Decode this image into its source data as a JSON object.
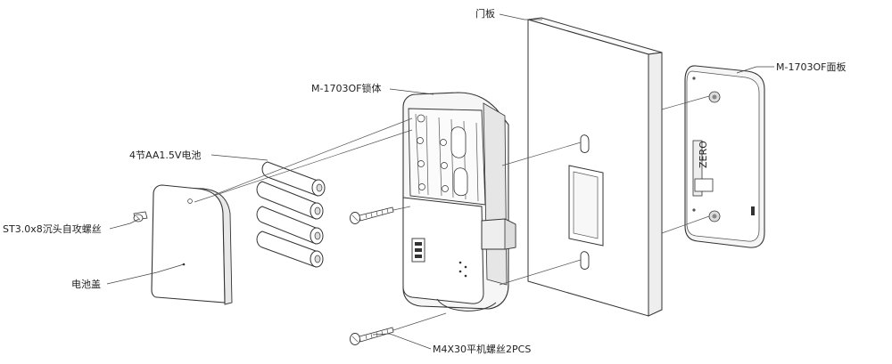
{
  "labels": {
    "door_panel": "门板",
    "face_panel": "M-1703OF面板",
    "lock_body": "M-1703OF锁体",
    "batteries": "4节AA1.5V电池",
    "tapping_screw": "ST3.0x8沉头自攻螺丝",
    "battery_cover": "电池盖",
    "machine_screw": "M4X30平机螺丝2PCS"
  },
  "part_marks": {
    "face_panel_strip": "ZERO"
  }
}
